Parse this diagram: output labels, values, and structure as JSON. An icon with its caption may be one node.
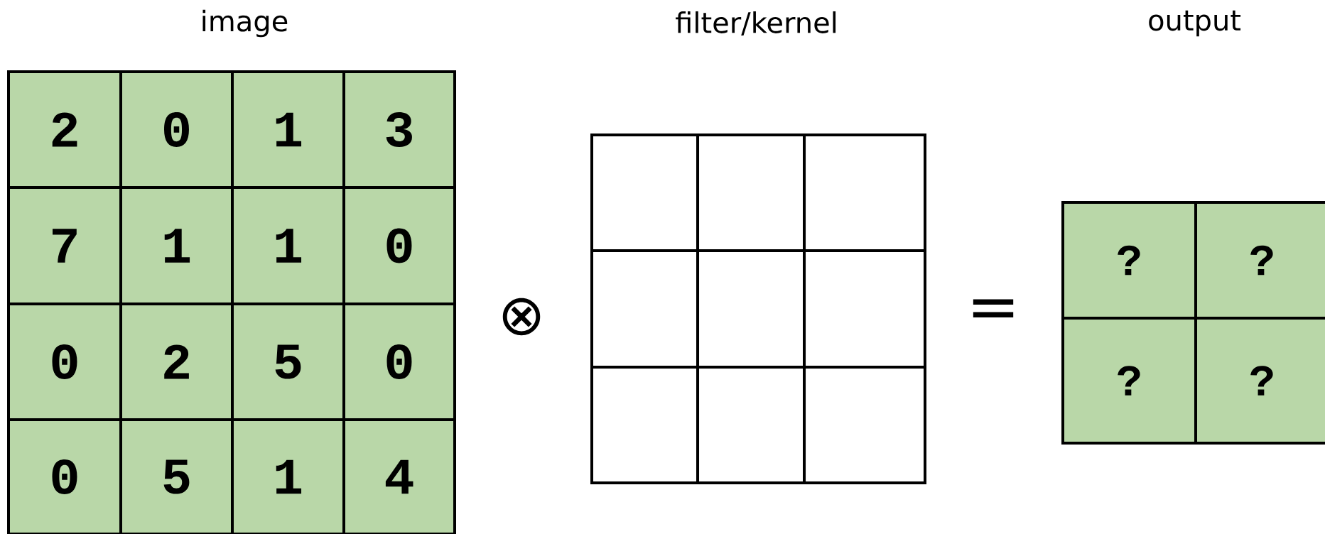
{
  "diagram": {
    "labels": [
      "image",
      "filter/kernel",
      "output",
      "2",
      "0",
      "1",
      "3",
      "7",
      "1",
      "1",
      "0",
      "0",
      "2",
      "5",
      "0",
      "0",
      "5",
      "1",
      "4",
      "⊗",
      "=",
      "?",
      "?",
      "?",
      "?"
    ]
  }
}
